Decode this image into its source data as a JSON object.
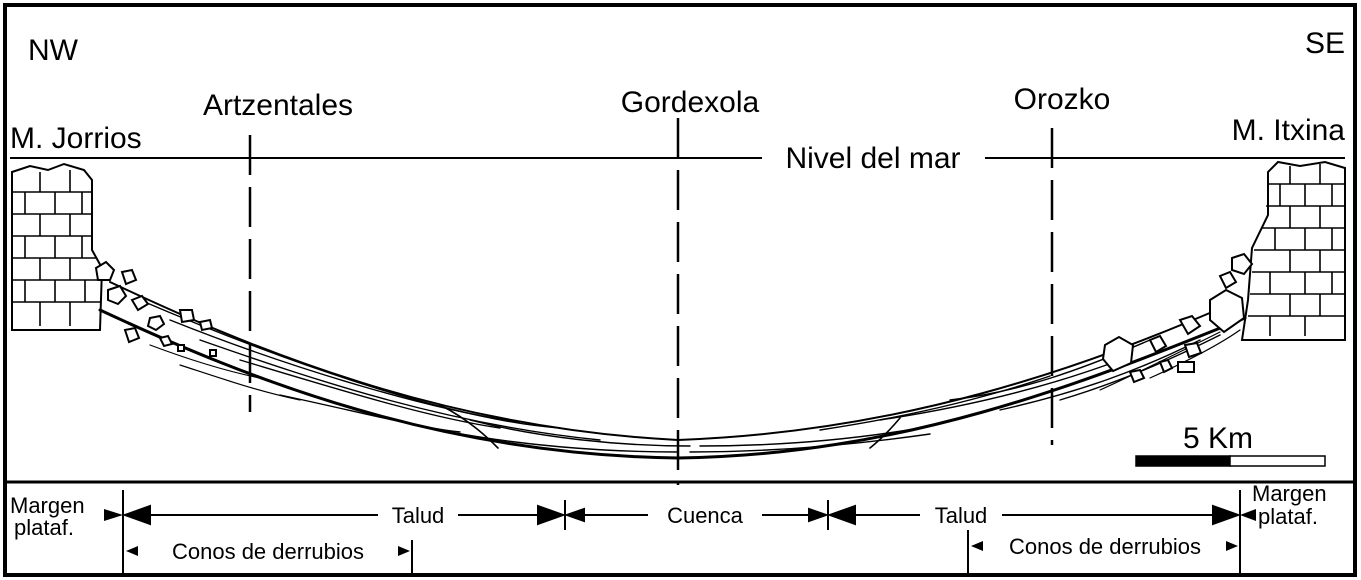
{
  "directions": {
    "left": "NW",
    "right": "SE"
  },
  "localities": {
    "a": "Artzentales",
    "b": "Gordexola",
    "c": "Orozko"
  },
  "peaks": {
    "left": "M. Jorrios",
    "right": "M. Itxina"
  },
  "sea_level": "Nivel del mar",
  "scale": "5 Km",
  "zones": {
    "margin_left": [
      "Margen",
      "plataf."
    ],
    "margin_right": [
      "Margen",
      "plataf."
    ],
    "slope": "Talud",
    "basin": "Cuenca",
    "debris_cones": "Conos de derrubios"
  }
}
